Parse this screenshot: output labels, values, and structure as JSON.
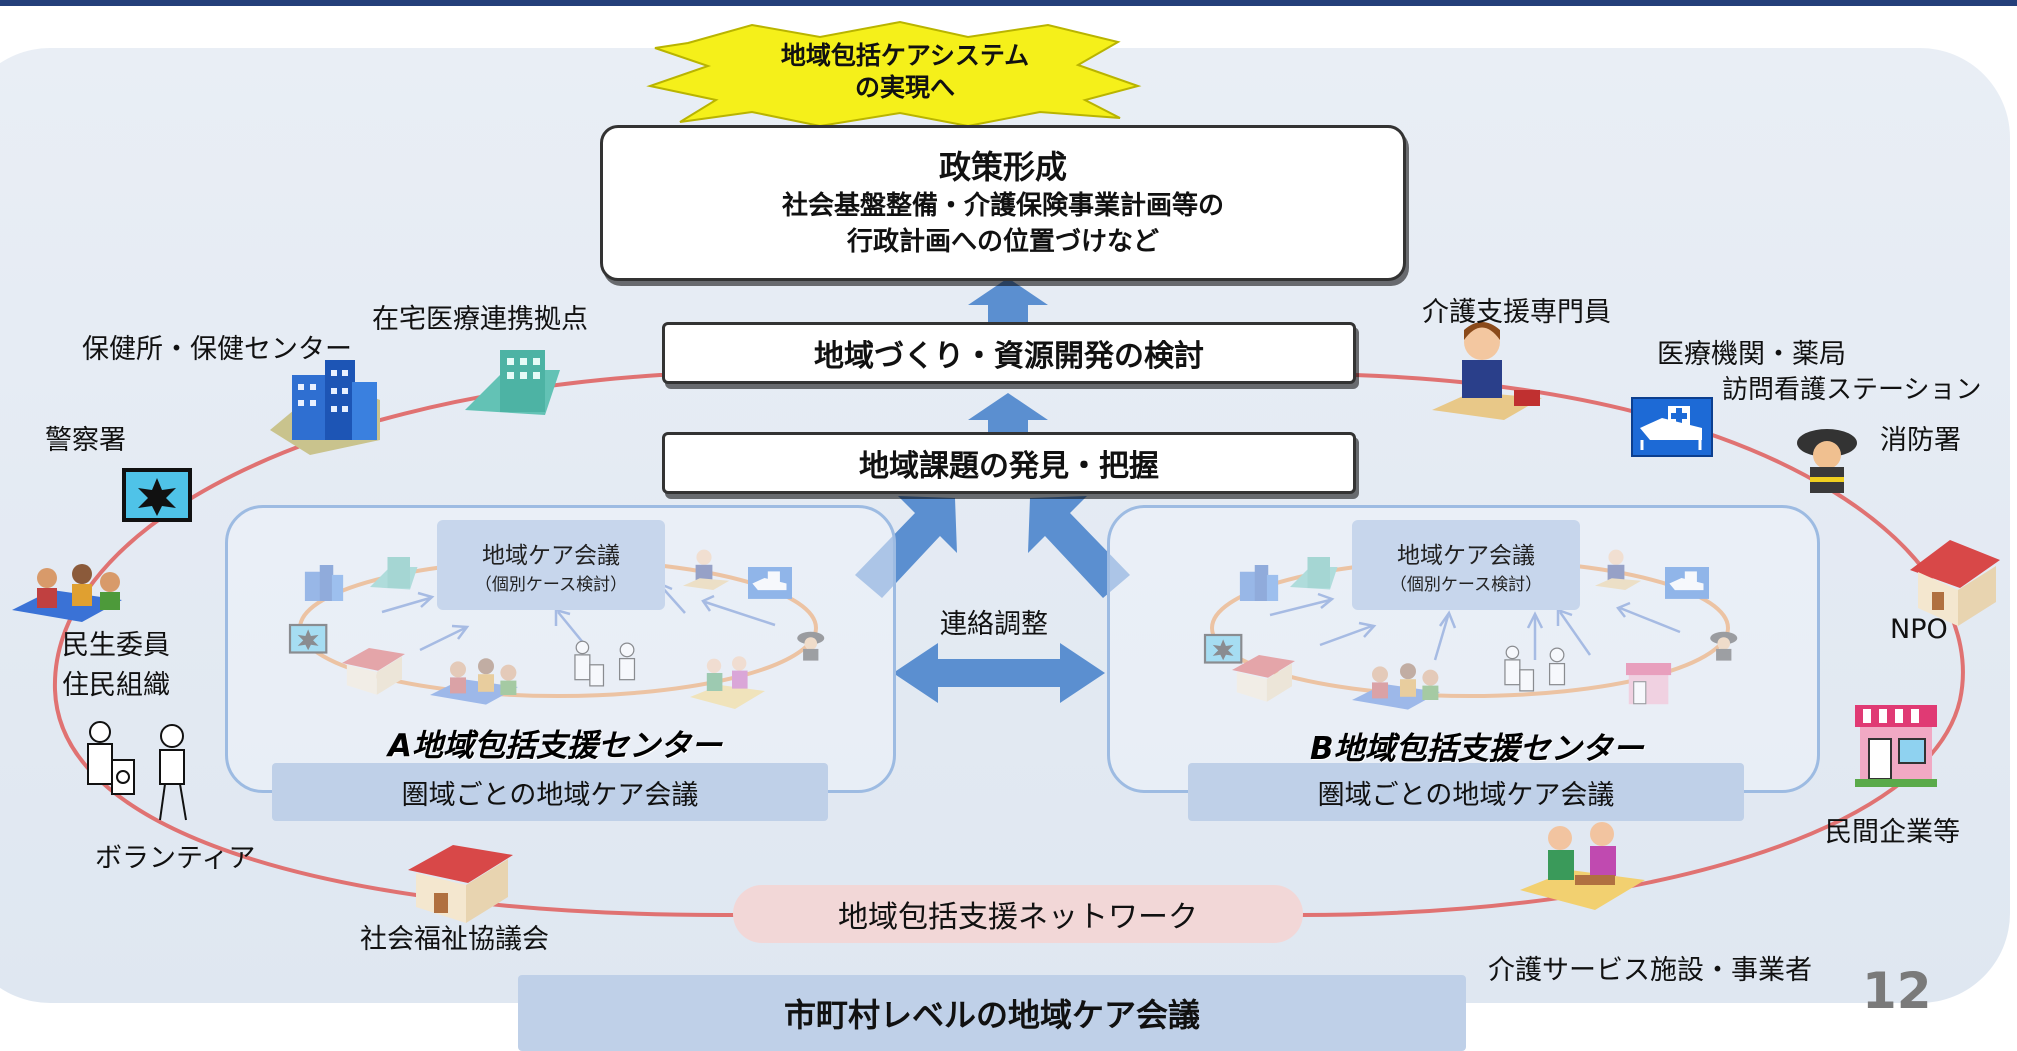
{
  "goal": {
    "line1": "地域包括ケアシステム",
    "line2": "の実現へ"
  },
  "policy": {
    "title": "政策形成",
    "line1": "社会基盤整備・介護保険事業計画等の",
    "line2": "行政計画への位置づけなど"
  },
  "steps": {
    "development": "地域づくり・資源開発の検討",
    "discovery": "地域課題の発見・把握"
  },
  "coordination": "連絡調整",
  "center_a": {
    "title": "A地域包括支援センター",
    "meeting": "地域ケア会議",
    "meeting_sub": "（個別ケース検討）",
    "area_meeting": "圏域ごとの地域ケア会議"
  },
  "center_b": {
    "title": "B地域包括支援センター",
    "meeting": "地域ケア会議",
    "meeting_sub": "（個別ケース検討）",
    "area_meeting": "圏域ごとの地域ケア会議"
  },
  "network": "地域包括支援ネットワーク",
  "municipal_meeting": "市町村レベルの地域ケア会議",
  "page_number": "12",
  "actors": {
    "home_medical": "在宅医療連携拠点",
    "health_center": "保健所・保健センター",
    "police": "警察署",
    "welfare_commissioner": "民生委員",
    "residents_org": "住民組織",
    "volunteer": "ボランティア",
    "social_welfare_council": "社会福祉協議会",
    "care_manager": "介護支援専門員",
    "medical_pharmacy": "医療機関・薬局",
    "visiting_nursing": "訪問看護ステーション",
    "fire_station": "消防署",
    "npo": "NPO",
    "private_companies": "民間企業等",
    "care_services": "介護サービス施設・事業者"
  },
  "colors": {
    "ring": "#e07272",
    "inner_ring": "#e8893a",
    "arrow": "#5b8fd0",
    "star": "#f5f01a",
    "panel_border": "#9dbbe2",
    "meeting_fill": "#bfd0e8",
    "network_fill": "#f2d7d7"
  }
}
